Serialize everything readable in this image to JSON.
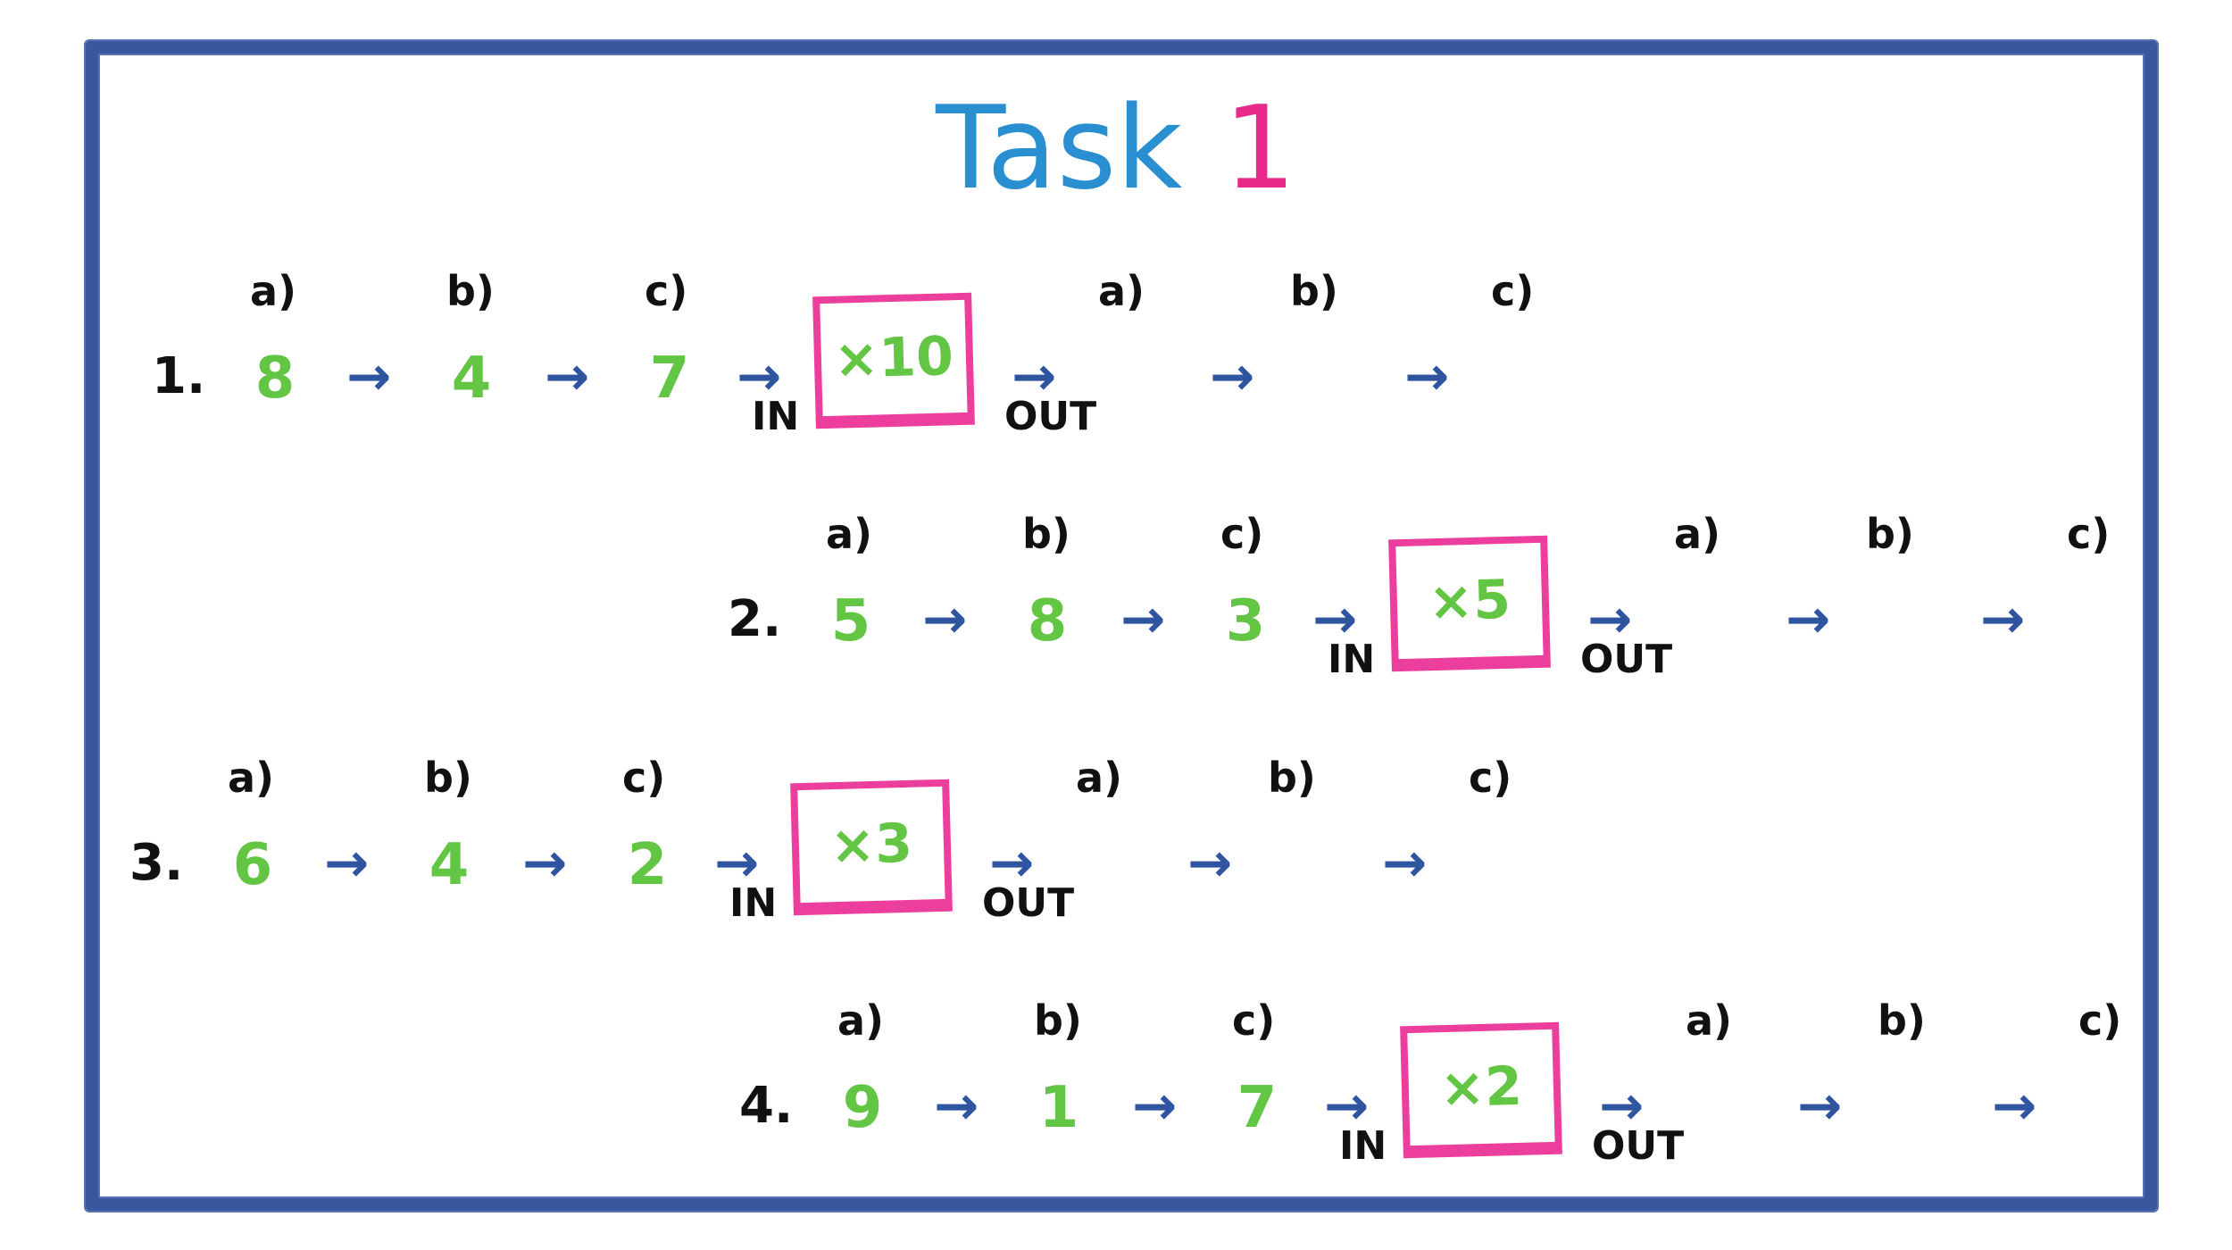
{
  "title": {
    "word": "Task",
    "number": "1"
  },
  "labels": {
    "a": "a)",
    "b": "b)",
    "c": "c)",
    "in": "IN",
    "out": "OUT",
    "arrow": "→"
  },
  "rows": [
    {
      "number": "1.",
      "inputs": [
        "8",
        "4",
        "7"
      ],
      "operation": "×10"
    },
    {
      "number": "2.",
      "inputs": [
        "5",
        "8",
        "3"
      ],
      "operation": "×5"
    },
    {
      "number": "3.",
      "inputs": [
        "6",
        "4",
        "2"
      ],
      "operation": "×3"
    },
    {
      "number": "4.",
      "inputs": [
        "9",
        "1",
        "7"
      ],
      "operation": "×2"
    }
  ]
}
